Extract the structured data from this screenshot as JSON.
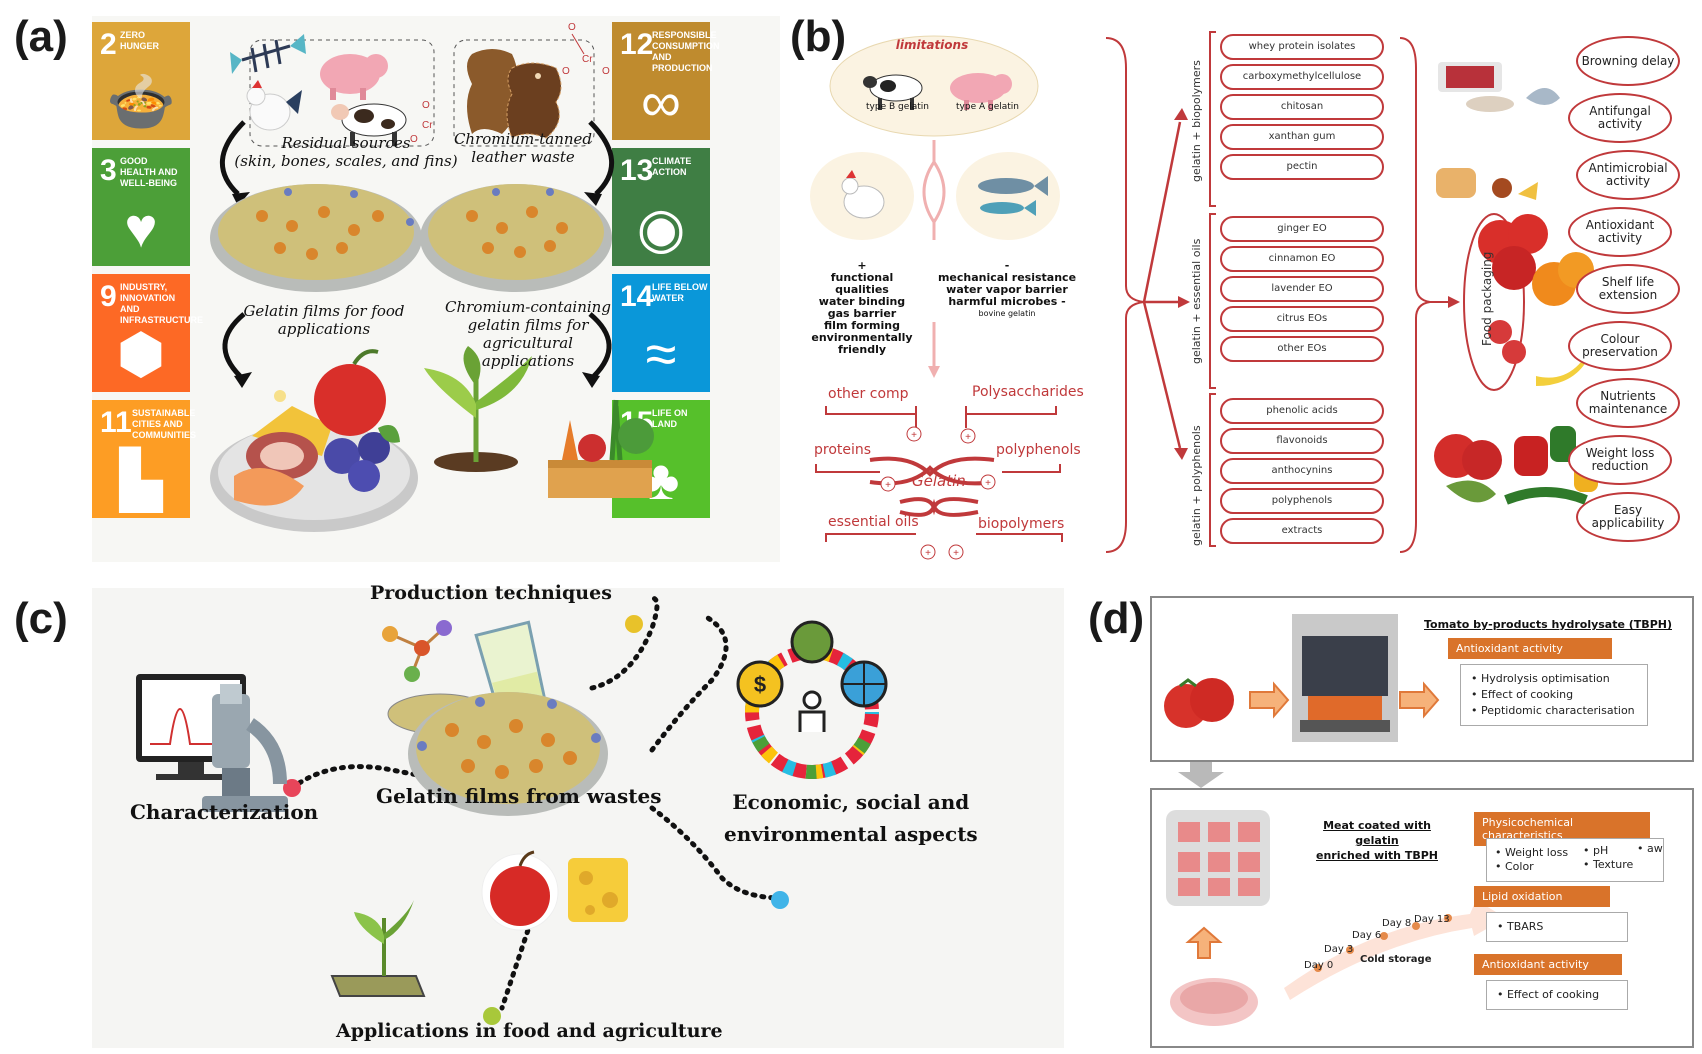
{
  "panels": {
    "a": {
      "label": "(a)",
      "sdg_left": [
        {
          "num": "2",
          "title": "ZERO HUNGER",
          "color": "#DDA63A",
          "icon": "bowl-icon",
          "glyph": "🍲"
        },
        {
          "num": "3",
          "title": "GOOD HEALTH AND WELL-BEING",
          "color": "#4C9F38",
          "icon": "heartbeat-icon",
          "glyph": "♥"
        },
        {
          "num": "9",
          "title": "INDUSTRY, INNOVATION AND INFRASTRUCTURE",
          "color": "#FD6925",
          "icon": "cubes-icon",
          "glyph": "⬢"
        },
        {
          "num": "11",
          "title": "SUSTAINABLE CITIES AND COMMUNITIES",
          "color": "#FD9D24",
          "icon": "city-icon",
          "glyph": "▙"
        }
      ],
      "sdg_right": [
        {
          "num": "12",
          "title": "RESPONSIBLE CONSUMPTION AND PRODUCTION",
          "color": "#BF8B2E",
          "icon": "infinity-icon",
          "glyph": "∞"
        },
        {
          "num": "13",
          "title": "CLIMATE ACTION",
          "color": "#3F7E44",
          "icon": "eye-globe-icon",
          "glyph": "◉"
        },
        {
          "num": "14",
          "title": "LIFE BELOW WATER",
          "color": "#0A97D9",
          "icon": "fish-icon",
          "glyph": "≈"
        },
        {
          "num": "15",
          "title": "LIFE ON LAND",
          "color": "#56C02B",
          "icon": "tree-icon",
          "glyph": "♣"
        }
      ],
      "residual": "Residual sources",
      "residual_sub": "(skin, bones, scales, and fins)",
      "leather_1": "Chromium-tanned",
      "leather_2": "leather waste",
      "food_films_1": "Gelatin films for food",
      "food_films_2": "applications",
      "chrom_1": "Chromium-containing",
      "chrom_2": "gelatin films for agricultural",
      "chrom_3": "applications",
      "chem_o": "O",
      "chem_cr": "Cr"
    },
    "b": {
      "label": "(b)",
      "limitations": "limitations",
      "type_b": "type B gelatin",
      "type_a": "type A gelatin",
      "plus_sign": "+",
      "minus_sign": "-",
      "plus_list": [
        "functional qualities",
        "water binding",
        "gas barrier",
        "film forming",
        "environmentally",
        "friendly"
      ],
      "minus_list": [
        "mechanical resistance",
        "water vapor barrier",
        "harmful microbes -"
      ],
      "minus_sub": "bovine gelatin",
      "comp_labels": {
        "other_comp": "other comp",
        "polysaccharides": "Polysaccharides",
        "proteins": "proteins",
        "polyphenols": "polyphenols",
        "gelatin": "Gelatin",
        "essential_oils": "essential oils",
        "biopolymers": "biopolymers"
      },
      "groups": [
        {
          "name": "gelatin + biopolymers",
          "items": [
            "whey protein isolates",
            "carboxymethylcellulose",
            "chitosan",
            "xanthan gum",
            "pectin"
          ]
        },
        {
          "name": "gelatin + essential oils",
          "items": [
            "ginger EO",
            "cinnamon EO",
            "lavender EO",
            "citrus EOs",
            "other EOs"
          ]
        },
        {
          "name": "gelatin + polyphenols",
          "items": [
            "phenolic acids",
            "flavonoids",
            "anthocynins",
            "polyphenols",
            "extracts"
          ]
        }
      ],
      "food_packaging": "Food packaging",
      "effects": [
        "Browning delay",
        "Antifungal activity",
        "Antimicrobial activity",
        "Antioxidant activity",
        "Shelf life extension",
        "Colour preservation",
        "Nutrients maintenance",
        "Weight loss reduction",
        "Easy applicability"
      ]
    },
    "c": {
      "label": "(c)",
      "production": "Production techniques",
      "characterization": "Characterization",
      "center": "Gelatin films from wastes",
      "economic_1": "Economic, social and",
      "economic_2": "environmental aspects",
      "applications": "Applications in food  and agriculture",
      "dollar": "$"
    },
    "d": {
      "label": "(d)",
      "tbph_title": "Tomato by-products hydrolysate (TBPH)",
      "antioxidant_hdr": "Antioxidant activity",
      "antioxidant_items": [
        "• Hydrolysis optimisation",
        "• Effect of cooking",
        "• Peptidomic characterisation"
      ],
      "meat_1": "Meat coated with gelatin",
      "meat_2": "enriched with TBPH",
      "physchem_hdr": "Physicochemical characteristics",
      "physchem_items": [
        "• Weight loss",
        "• pH",
        "• aw",
        "• Color",
        "• Texture"
      ],
      "lipid_hdr": "Lipid oxidation",
      "lipid_items": [
        "• TBARS"
      ],
      "antiox2_hdr": "Antioxidant activity",
      "antiox2_items": [
        "• Effect of cooking"
      ],
      "days": [
        "Day 0",
        "Day 3",
        "Day 6",
        "Day 8",
        "Day 13"
      ],
      "cold": "Cold storage"
    }
  }
}
